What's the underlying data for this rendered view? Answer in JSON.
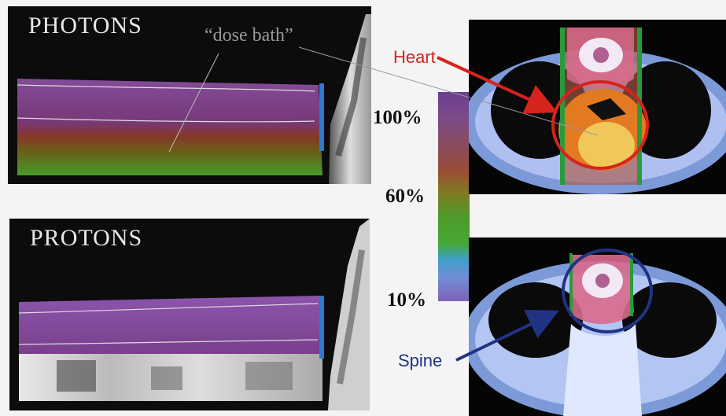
{
  "photons_panel": {
    "title": "PHOTONS",
    "annotation": "“dose bath”"
  },
  "protons_panel": {
    "title": "PROTONS"
  },
  "colorbar": {
    "labels": {
      "high": "100%",
      "mid": "60%",
      "low": "10%"
    }
  },
  "organ_labels": {
    "heart": "Heart",
    "spine": "Spine"
  },
  "colors": {
    "heart": "#d6231e",
    "spine": "#213384",
    "high_dose": "#7b4a9a",
    "low_dose": "#3fa83a"
  }
}
